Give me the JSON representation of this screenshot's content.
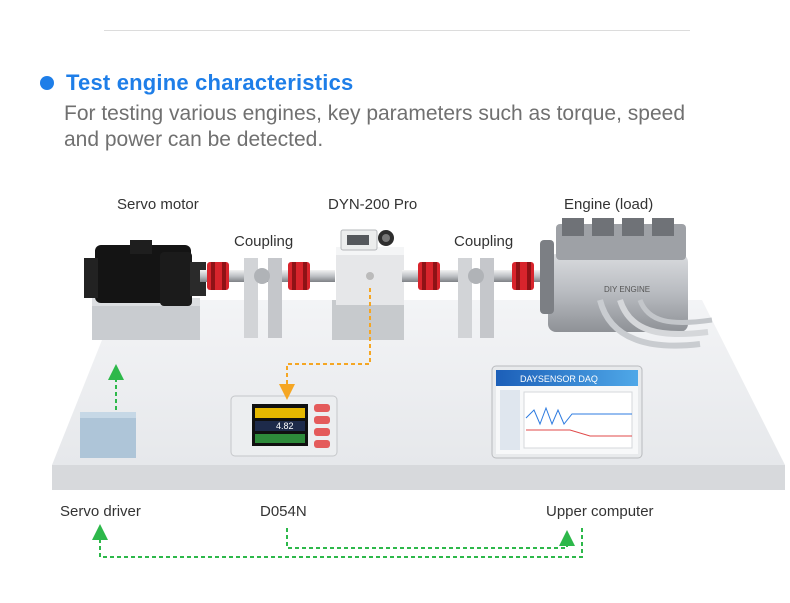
{
  "header": {
    "title": "Test engine characteristics",
    "description": "For testing various engines, key parameters such as torque, speed and power can be detected."
  },
  "labels": {
    "servo_motor": "Servo motor",
    "coupling_left": "Coupling",
    "dyn": "DYN-200 Pro",
    "coupling_right": "Coupling",
    "engine": "Engine (load)",
    "servo_driver": "Servo driver",
    "d054n": "D054N",
    "upper_computer": "Upper computer"
  },
  "devices": {
    "controller_value": "4.82",
    "engine_marking": "DIY ENGINE",
    "software_title": "DAYSENSOR DAQ"
  },
  "colors": {
    "accent": "#1e7ee8",
    "green_link": "#2db84a",
    "orange_link": "#f5a623",
    "coupling_red": "#d8242c"
  }
}
